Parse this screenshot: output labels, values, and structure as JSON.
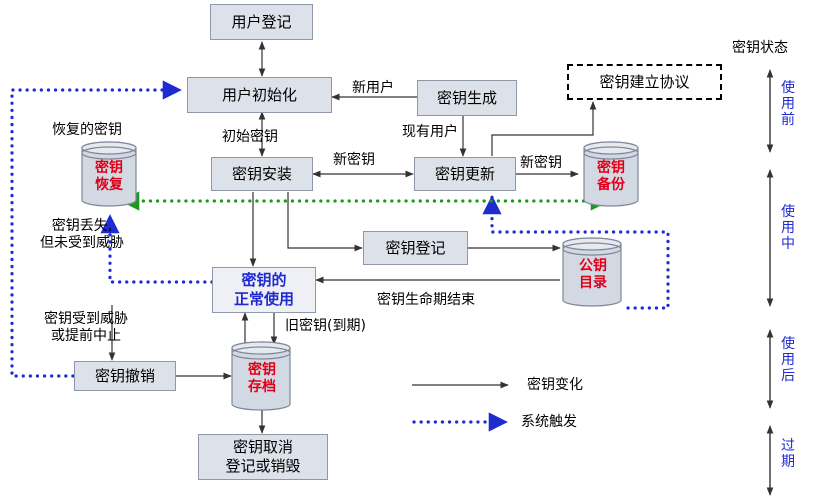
{
  "boxes": {
    "register": "用户登记",
    "init": "用户初始化",
    "keygen": "密钥生成",
    "keyagree": "密钥建立协议",
    "install": "密钥安装",
    "update": "密钥更新",
    "keyreg": "密钥登记",
    "normal_l1": "密钥的",
    "normal_l2": "正常使用",
    "revoke": "密钥撤销",
    "cancel_l1": "密钥取消",
    "cancel_l2": "登记或销毁"
  },
  "cylinders": {
    "recover_l1": "密钥",
    "recover_l2": "恢复",
    "backup_l1": "密钥",
    "backup_l2": "备份",
    "pubdir_l1": "公钥",
    "pubdir_l2": "目录",
    "archive_l1": "密钥",
    "archive_l2": "存档"
  },
  "labels": {
    "new_user": "新用户",
    "existing_user": "现有用户",
    "recovered_key": "恢复的密钥",
    "initial_key": "初始密钥",
    "new_key_left": "新密钥",
    "new_key_right": "新密钥",
    "lost_l1": "密钥丢失,",
    "lost_l2": "但未受到威胁",
    "lifecycle_end": "密钥生命期结束",
    "compromised_l1": "密钥受到威胁",
    "compromised_l2": "或提前中止",
    "old_key": "旧密钥(到期)"
  },
  "legend": {
    "key_change": "密钥变化",
    "system_trigger": "系统触发"
  },
  "states": {
    "title": "密钥状态",
    "before": "使用前",
    "during": "使用中",
    "after": "使用后",
    "expired": "过期"
  },
  "colors": {
    "box_fill": "#dde2ea",
    "box_border": "#8e98a8",
    "blue_text": "#1f2bd0",
    "red_text": "#e0001a",
    "dotted_blue": "#1f2bd0",
    "dotted_green": "#1a9a1a"
  }
}
